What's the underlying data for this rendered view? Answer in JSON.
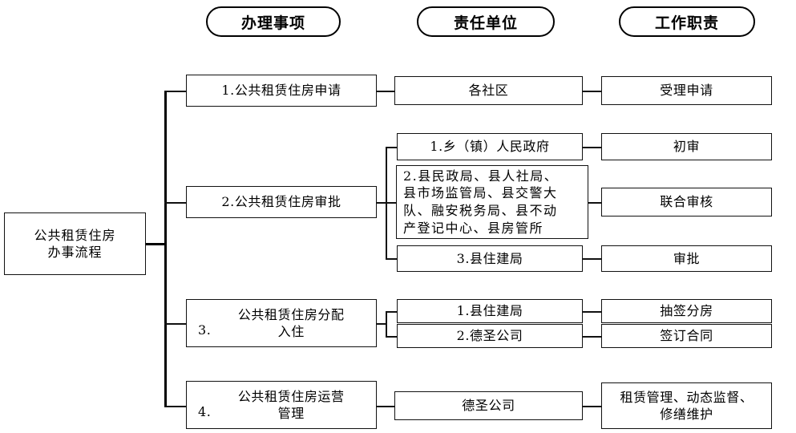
{
  "diagram": {
    "title_root": {
      "line1": "公共租赁住房",
      "line2": "办事流程"
    },
    "headers": [
      {
        "name": "header-matters",
        "label": "办理事项"
      },
      {
        "name": "header-unit",
        "label": "责任单位"
      },
      {
        "name": "header-duty",
        "label": "工作职责"
      }
    ],
    "rows": [
      {
        "matter": {
          "num": "",
          "text": "1.公共租赁住房申请",
          "inline": true
        },
        "units": [
          {
            "text": "各社区",
            "duty": "受理申请"
          }
        ]
      },
      {
        "matter": {
          "num": "",
          "text": "2.公共租赁住房审批",
          "inline": true
        },
        "units": [
          {
            "text": "1.乡（镇）人民政府",
            "duty": "初审"
          },
          {
            "text_lines": [
              "2.县民政局、县人社局、",
              "县市场监管局、县交警大",
              "队、融安税务局、县不动",
              "产登记中心、县房管所"
            ],
            "duty": "联合审核"
          },
          {
            "text": "3.县住建局",
            "duty": "审批"
          }
        ]
      },
      {
        "matter": {
          "num": "3.",
          "line1": "公共租赁住房分配",
          "line2": "入住",
          "inline": false
        },
        "units": [
          {
            "text": "1.县住建局",
            "duty": "抽签分房"
          },
          {
            "text": "2.德圣公司",
            "duty": "签订合同"
          }
        ]
      },
      {
        "matter": {
          "num": "4.",
          "line1": "公共租赁住房运营",
          "line2": "管理",
          "inline": false
        },
        "units": [
          {
            "text": "德圣公司",
            "duty_line1": "租赁管理、动态监督、",
            "duty_line2": "修缮维护"
          }
        ]
      }
    ],
    "colors": {
      "stroke": "#111111",
      "background": "#ffffff",
      "text": "#000000"
    }
  }
}
